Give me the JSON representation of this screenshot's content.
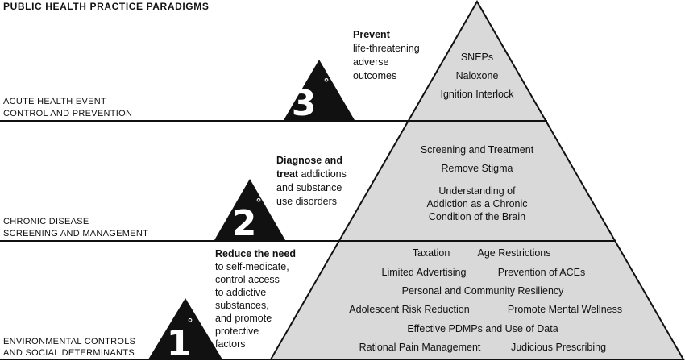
{
  "title": "PUBLIC HEALTH PRACTICE PARADIGMS",
  "tiers": [
    {
      "number": "3",
      "degree": "°",
      "label_lines": [
        "ACUTE HEALTH EVENT",
        "CONTROL AND PREVENTION"
      ],
      "desc_lines": [
        {
          "bold": "Prevent",
          "rest": ""
        },
        {
          "bold": "",
          "rest": "life-threatening"
        },
        {
          "bold": "",
          "rest": "adverse"
        },
        {
          "bold": "",
          "rest": "outcomes"
        }
      ],
      "items": [
        [
          "SNEPs"
        ],
        [
          "Naloxone"
        ],
        [
          "Ignition Interlock"
        ]
      ]
    },
    {
      "number": "2",
      "degree": "°",
      "label_lines": [
        "CHRONIC DISEASE",
        "SCREENING AND MANAGEMENT"
      ],
      "desc_lines": [
        {
          "bold": "Diagnose and",
          "rest": ""
        },
        {
          "bold": "treat",
          "rest": " addictions"
        },
        {
          "bold": "",
          "rest": "and substance"
        },
        {
          "bold": "",
          "rest": "use disorders"
        }
      ],
      "items": [
        [
          "Screening and Treatment"
        ],
        [
          "Remove Stigma"
        ],
        [
          "Understanding of",
          "Addiction as a Chronic",
          "Condition of the Brain"
        ]
      ]
    },
    {
      "number": "1",
      "degree": "°",
      "label_lines": [
        "ENVIRONMENTAL CONTROLS",
        "AND SOCIAL DETERMINANTS"
      ],
      "desc_lines": [
        {
          "bold": "Reduce the need",
          "rest": ""
        },
        {
          "bold": "",
          "rest": "to self-medicate,"
        },
        {
          "bold": "",
          "rest": "control access"
        },
        {
          "bold": "",
          "rest": "to addictive"
        },
        {
          "bold": "",
          "rest": "substances,"
        },
        {
          "bold": "",
          "rest": "and promote"
        },
        {
          "bold": "",
          "rest": "protective"
        },
        {
          "bold": "",
          "rest": "factors"
        }
      ],
      "items": [
        [
          "Taxation",
          "Age Restrictions"
        ],
        [
          "Limited Advertising",
          "Prevention of ACEs"
        ],
        [
          "Personal and Community Resiliency"
        ],
        [
          "Adolescent Risk Reduction",
          "Promote Mental Wellness"
        ],
        [
          "Effective PDMPs and Use of Data"
        ],
        [
          "Rational Pain Management",
          "Judicious Prescribing"
        ]
      ]
    }
  ]
}
